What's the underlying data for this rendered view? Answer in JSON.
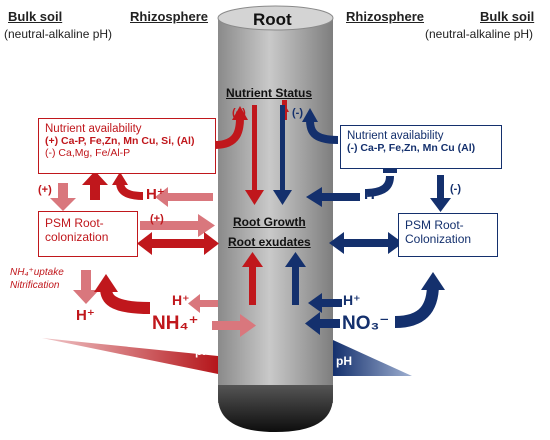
{
  "labels": {
    "bulk_soil_left": "Bulk soil",
    "bulk_soil_left_sub": "(neutral-alkaline pH)",
    "rhizosphere_left": "Rhizosphere",
    "root_title": "Root",
    "rhizosphere_right": "Rhizosphere",
    "bulk_soil_right": "Bulk soil",
    "bulk_soil_right_sub": "(neutral-alkaline pH)",
    "nutrient_status": "Nutrient Status",
    "root_growth": "Root Growth",
    "root_exudates": "Root exudates"
  },
  "left": {
    "availability_title": "Nutrient availability",
    "availability_plus": "(+) Ca-P, Fe,Zn, Mn Cu, Si, (Al)",
    "availability_minus": "(-) Ca,Mg, Fe/Al-P",
    "psm_line1": "PSM Root-",
    "psm_line2": "colonization",
    "plus_sign_1": "(+)",
    "plus_sign_2": "(+)",
    "plus_sign_3": "(+)",
    "process_line1": "NH₄⁺uptake",
    "process_line2": "Nitrification",
    "h_plus_1": "H⁺",
    "h_plus_2": "H⁺",
    "h_plus_3": "H⁺",
    "nh4": "NH₄⁺",
    "ph_label": "pH"
  },
  "right": {
    "availability_title": "Nutrient availability",
    "availability_minus": "(-) Ca-P, Fe,Zn, Mn Cu (Al)",
    "psm_line1": "PSM Root-",
    "psm_line2": "Colonization",
    "minus_sign_1": "(-)",
    "minus_sign_2": "(-)",
    "h_plus_1": "H⁺",
    "h_plus_2": "H⁺",
    "no3": "NO₃⁻",
    "ph_label": "pH"
  },
  "colors": {
    "red": "#c0171c",
    "pink": "#d9777d",
    "blue": "#14306d",
    "root_gray": "#a8a8a8"
  }
}
